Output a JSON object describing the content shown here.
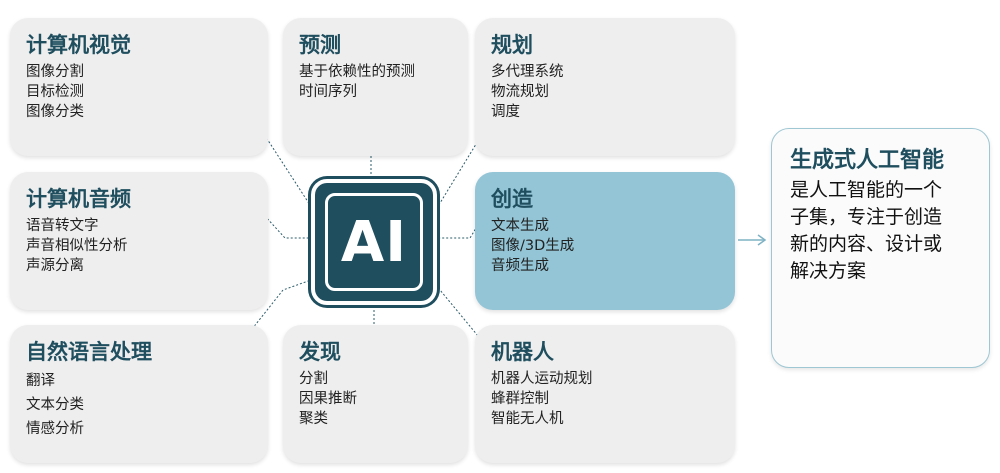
{
  "boxes": [
    {
      "title": "计算机视觉",
      "items": [
        "图像分割",
        "目标检测",
        "图像分类"
      ]
    },
    {
      "title": "预测",
      "items": [
        "基于依赖性的预测",
        "时间序列"
      ]
    },
    {
      "title": "规划",
      "items": [
        "多代理系统",
        "物流规划",
        "调度"
      ]
    },
    {
      "title": "计算机音频",
      "items": [
        "语音转文字",
        "声音相似性分析",
        "声源分离"
      ]
    },
    {
      "title": "创造",
      "items": [
        "文本生成",
        "图像/3D生成",
        "音频生成"
      ]
    },
    {
      "title": "自然语言处理",
      "items": [
        "翻译",
        "文本分类",
        "情感分析"
      ]
    },
    {
      "title": "发现",
      "items": [
        "分割",
        "因果推断",
        "聚类"
      ]
    },
    {
      "title": "机器人",
      "items": [
        "机器人运动规划",
        "蜂群控制",
        "智能无人机"
      ]
    }
  ],
  "center": {
    "label": "AI"
  },
  "summary": {
    "title": "生成式人工智能",
    "desc_lines": [
      "是人工智能的一个",
      "子集，专注于创造",
      "新的内容、设计或",
      "解决方案"
    ]
  },
  "colors": {
    "accent": "#1f4e5f",
    "highlight": "#93c5d6",
    "box": "#eeeeee",
    "wire": "#2b5b6b"
  }
}
